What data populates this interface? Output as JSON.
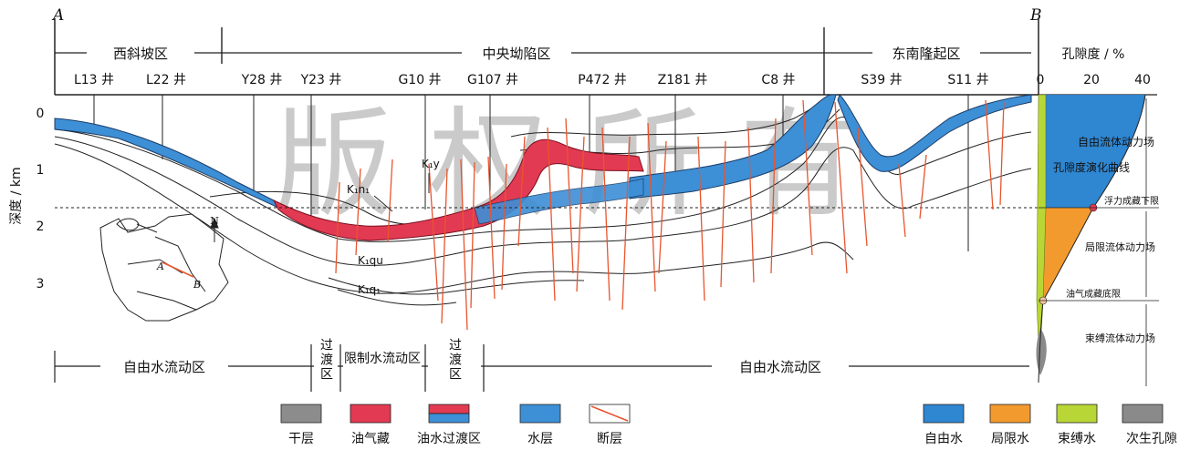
{
  "corner_labels": {
    "a": "A",
    "b": "B"
  },
  "zones_top": [
    "西斜坡区",
    "中央坳陷区",
    "东南隆起区"
  ],
  "wells": [
    "L13 井",
    "L22 井",
    "Y28 井",
    "Y23 井",
    "G10 井",
    "G107 井",
    "P472 井",
    "Z181 井",
    "C8 井",
    "S39 井",
    "S11 井"
  ],
  "depth_axis": {
    "label": "深度 / km",
    "ticks": [
      "0",
      "1",
      "2",
      "3"
    ]
  },
  "porosity_axis": {
    "label": "孔隙度 / %",
    "ticks": [
      "0",
      "20",
      "40"
    ]
  },
  "strata_labels": [
    "K₁n₁",
    "K₁y",
    "K₁qu",
    "K₁q₁"
  ],
  "compass_north": "N",
  "inset_points": [
    "A",
    "B"
  ],
  "flow_zones_bottom": [
    "自由水流动区",
    "过渡区",
    "限制水流动区",
    "过渡区",
    "自由水流动区"
  ],
  "right_annotations": {
    "free_field": "自由流体动力场",
    "curve": "孔隙度演化曲线",
    "lower_limit": "浮力成藏下限",
    "limited_field": "局限流体动力场",
    "bottom_limit": "油气成藏底限",
    "bound_field": "束缚流体动力场"
  },
  "legend_left": [
    {
      "label": "干层",
      "color": "#8c8c8c"
    },
    {
      "label": "油气藏",
      "color": "#e23a52"
    },
    {
      "label": "油水过渡区",
      "color": "#e23a52"
    },
    {
      "label": "水层",
      "color": "#3d8fd6"
    },
    {
      "label": "断层",
      "color": "#e8552e"
    }
  ],
  "legend_right": [
    {
      "label": "自由水",
      "color": "#2f86d1"
    },
    {
      "label": "局限水",
      "color": "#f39a2e"
    },
    {
      "label": "束缚水",
      "color": "#b8d635"
    },
    {
      "label": "次生孔隙",
      "color": "#8a8a8a"
    }
  ],
  "watermark": "版权所有",
  "colors": {
    "oil": "#e23a52",
    "water": "#3d8fd6",
    "fault": "#e8552e",
    "free_water": "#2f86d1",
    "limited_water": "#f39a2e",
    "bound_water": "#b8d635",
    "secondary_pore": "#8a8a8a"
  }
}
